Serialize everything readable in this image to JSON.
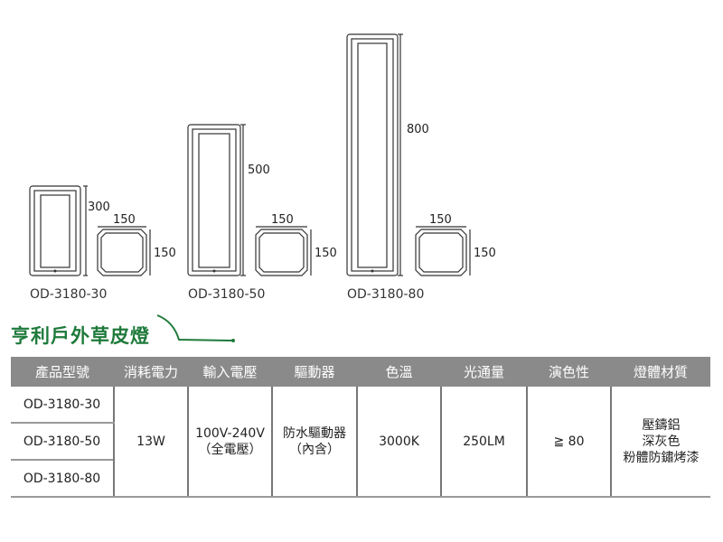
{
  "drawings": [
    {
      "model": "OD-3180-30",
      "height": "300",
      "top_width": "150",
      "top_depth": "150"
    },
    {
      "model": "OD-3180-50",
      "height": "500",
      "top_width": "150",
      "top_depth": "150"
    },
    {
      "model": "OD-3180-80",
      "height": "800",
      "top_width": "150",
      "top_depth": "150"
    }
  ],
  "title": "亨利戶外草皮燈",
  "colors": {
    "title": "#1f7a3b",
    "header_bg": "#8a8a8a"
  },
  "table": {
    "headers": [
      "產品型號",
      "消耗電力",
      "輸入電壓",
      "驅動器",
      "色溫",
      "光通量",
      "演色性",
      "燈體材質"
    ],
    "models": [
      "OD-3180-30",
      "OD-3180-50",
      "OD-3180-80"
    ],
    "power": "13W",
    "voltage": [
      "100V-240V",
      "（全電壓）"
    ],
    "driver": [
      "防水驅動器",
      "（內含）"
    ],
    "cct": "3000K",
    "lumen": "250LM",
    "cri": "≧ 80",
    "material": [
      "壓鑄鋁",
      "深灰色",
      "粉體防鏽烤漆"
    ]
  }
}
